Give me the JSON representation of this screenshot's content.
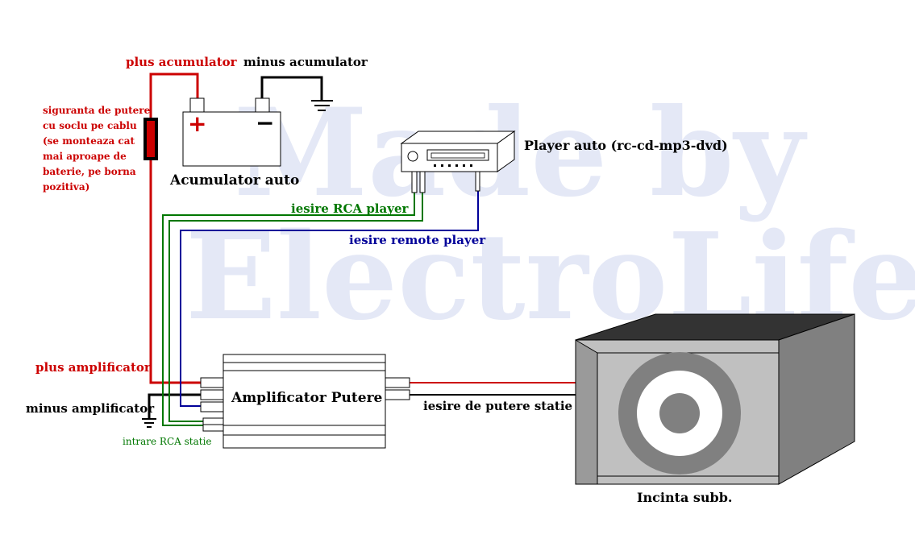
{
  "watermark": {
    "line1": "Made by",
    "line2": "ElectroLife"
  },
  "labels": {
    "plus_acumulator": "plus acumulator",
    "minus_acumulator": "minus acumulator",
    "fuse_note": [
      "siguranta de putere",
      "cu soclu pe cablu",
      "(se monteaza cat",
      "mai aproape de",
      "baterie, pe borna",
      "pozitiva)"
    ],
    "battery": "Acumulator auto",
    "battery_plus_sign": "+",
    "battery_minus_sign": "−",
    "player": "Player auto (rc-cd-mp3-dvd)",
    "rca_player": "iesire RCA player",
    "remote_player": "iesire remote player",
    "plus_amp": "plus amplificator",
    "minus_amp": "minus amplificator",
    "rca_in": "intrare RCA statie",
    "amplifier": "Amplificator Putere",
    "speaker_out": "iesire de putere statie",
    "subwoofer": "Incinta subb."
  },
  "colors": {
    "positive_wire": "#cc0000",
    "negative_wire": "#000000",
    "rca_wire": "#007700",
    "remote_wire": "#000099",
    "watermark": "#e4e8f6",
    "label_red": "#cc0000",
    "label_green": "#007700",
    "label_blue": "#000099"
  }
}
